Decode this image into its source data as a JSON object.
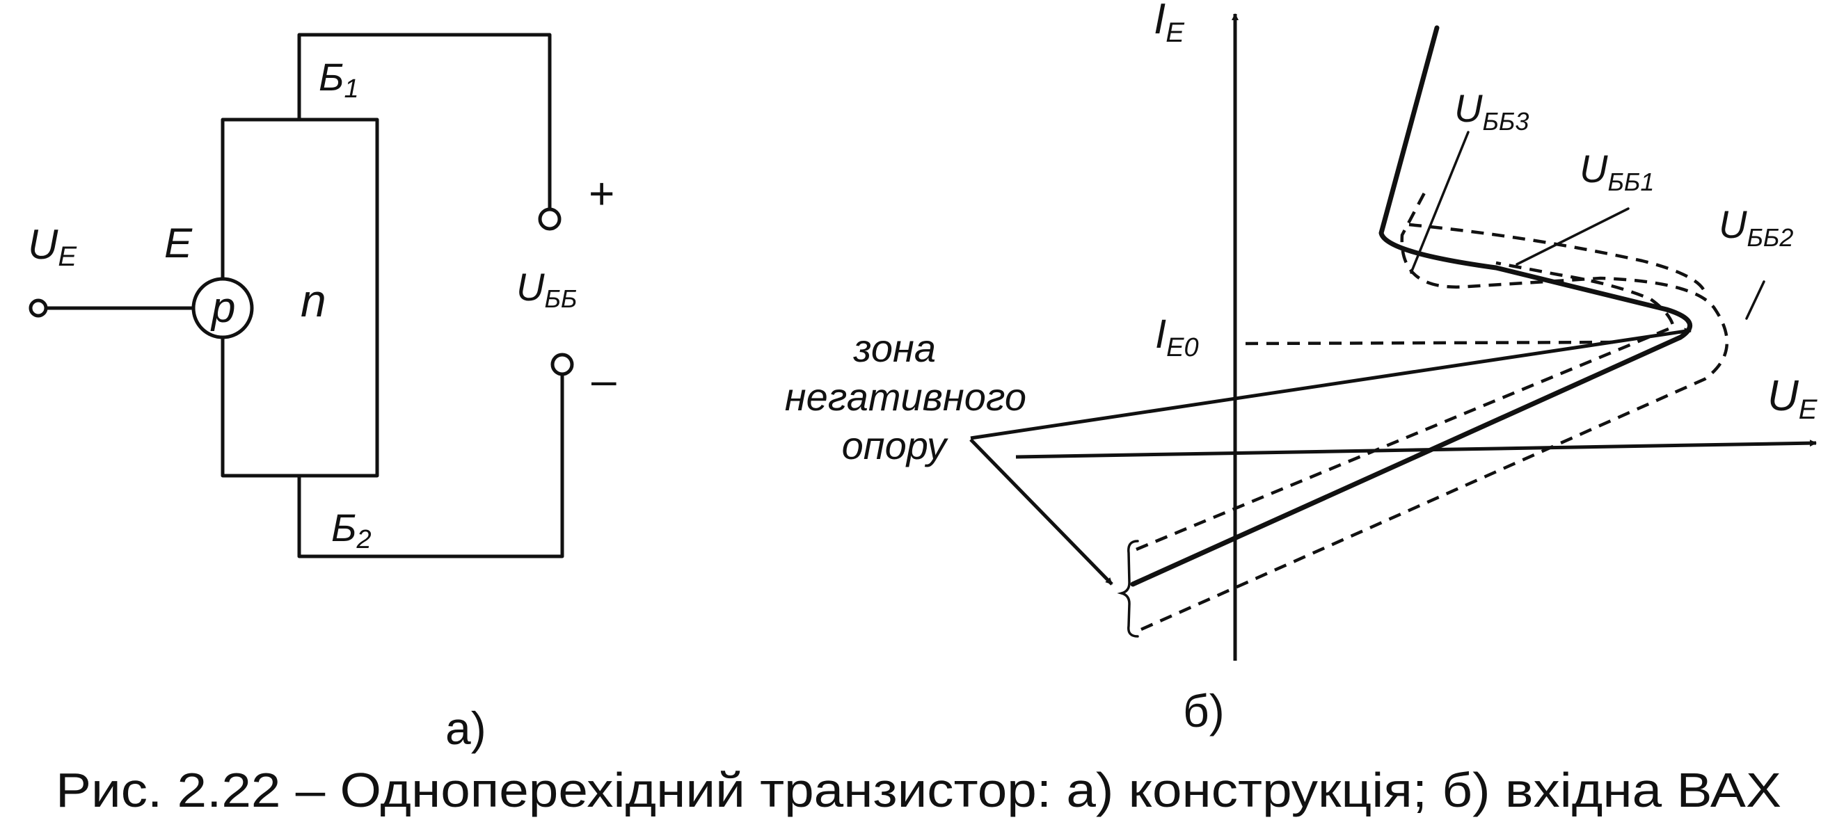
{
  "panel_a": {
    "terminal_b1_base": "Б",
    "terminal_b1_sub": "1",
    "terminal_b2_base": "Б",
    "terminal_b2_sub": "2",
    "emitter_voltage_base": "U",
    "emitter_voltage_sub": "E",
    "emitter_label": "E",
    "p_region": "p",
    "n_region": "n",
    "plus_sign": "+",
    "minus_sign": "–",
    "supply_voltage_base": "U",
    "supply_voltage_sub": "ББ",
    "panel_label": "а)"
  },
  "panel_b": {
    "y_axis_base": "I",
    "y_axis_sub": "E",
    "x_axis_base": "U",
    "x_axis_sub": "E",
    "peak_current_base": "I",
    "peak_current_sub": "E0",
    "curve_label_1_base": "U",
    "curve_label_1_sub": "ББ1",
    "curve_label_2_base": "U",
    "curve_label_2_sub": "ББ2",
    "curve_label_3_base": "U",
    "curve_label_3_sub": "ББ3",
    "negative_zone_lines": [
      "зона",
      "негативного",
      "опору"
    ],
    "panel_label": "б)"
  },
  "caption": "Рис. 2.22 – Одноперехідний транзистор: а) конструкція; б) вхідна ВАХ"
}
